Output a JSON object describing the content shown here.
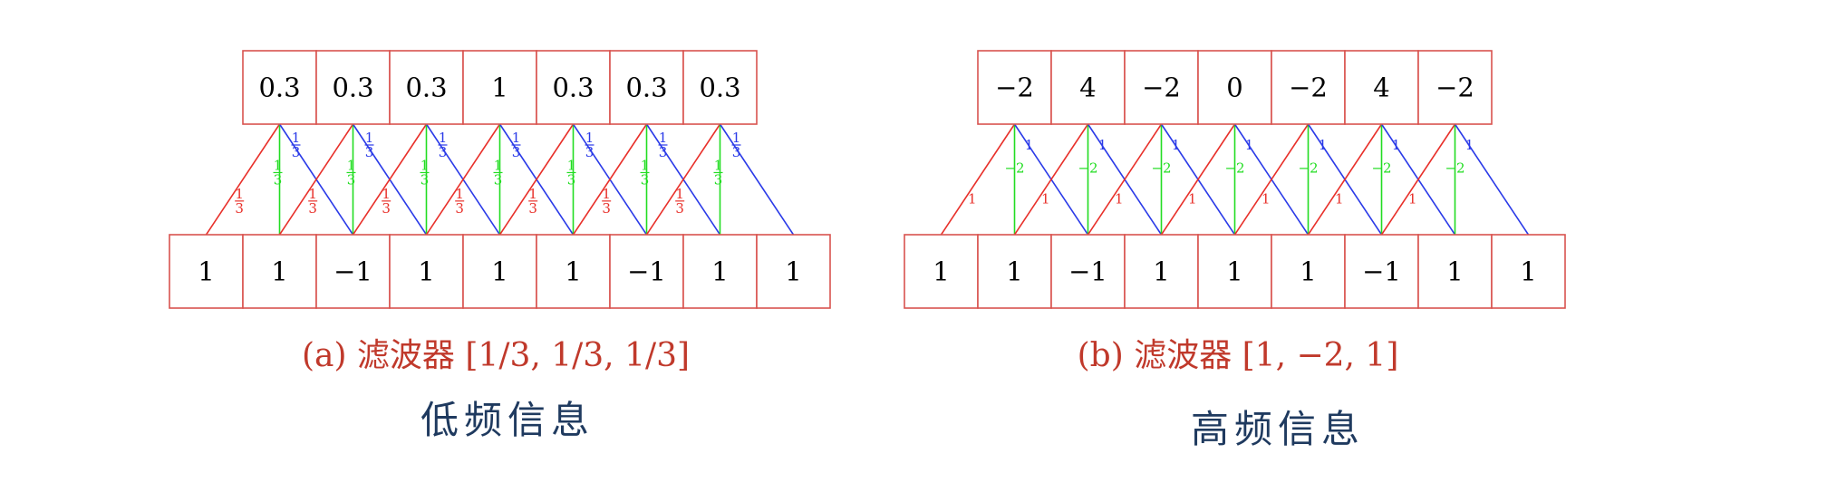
{
  "colors": {
    "box": "#d9534f",
    "left_weight": "#e8302a",
    "center_weight": "#22dd22",
    "right_weight": "#2a3ae8",
    "caption": "#c0392b",
    "subtitle": "#1f3a5f"
  },
  "panels": [
    {
      "id": "a",
      "output": [
        "0.3",
        "0.3",
        "0.3",
        "1",
        "0.3",
        "0.3",
        "0.3"
      ],
      "input": [
        "1",
        "1",
        "−1",
        "1",
        "1",
        "1",
        "−1",
        "1",
        "1"
      ],
      "weights": {
        "left": "1/3",
        "center": "1/3",
        "right": "1/3"
      },
      "weight_format": "fraction",
      "caption": "(a) 滤波器 [1/3, 1/3, 1/3]",
      "subtitle": "低频信息"
    },
    {
      "id": "b",
      "output": [
        "−2",
        "4",
        "−2",
        "0",
        "−2",
        "4",
        "−2"
      ],
      "input": [
        "1",
        "1",
        "−1",
        "1",
        "1",
        "1",
        "−1",
        "1",
        "1"
      ],
      "weights": {
        "left": "1",
        "center": "−2",
        "right": "1"
      },
      "weight_format": "plain",
      "caption": "(b) 滤波器 [1, −2, 1]",
      "subtitle": "高频信息"
    }
  ]
}
